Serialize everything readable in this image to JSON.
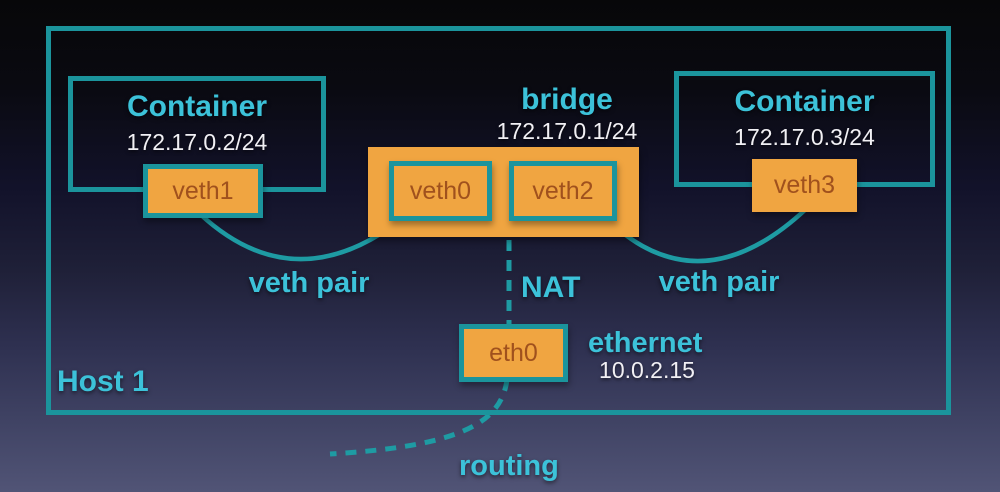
{
  "host": {
    "label": "Host 1"
  },
  "containers": {
    "left": {
      "title": "Container",
      "ip": "172.17.0.2/24",
      "iface": "veth1"
    },
    "right": {
      "title": "Container",
      "ip": "172.17.0.3/24",
      "iface": "veth3"
    }
  },
  "bridge": {
    "title": "bridge",
    "ip": "172.17.0.1/24",
    "iface_left": "veth0",
    "iface_right": "veth2"
  },
  "ethernet": {
    "iface": "eth0",
    "title": "ethernet",
    "ip": "10.0.2.15"
  },
  "labels": {
    "veth_pair_left": "veth pair",
    "veth_pair_right": "veth pair",
    "nat": "NAT",
    "routing": "routing"
  },
  "colors": {
    "teal_line": "#1e9ba3",
    "teal_border": "#1b949c",
    "cyan_text": "#3cc2d9",
    "orange_fill": "#f0a541",
    "orange_text": "#a0511d",
    "white_text": "#f1f0f4"
  }
}
